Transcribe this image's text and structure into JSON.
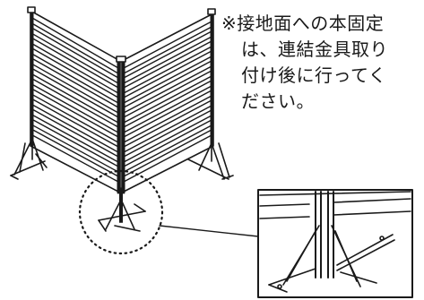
{
  "note": {
    "lines": [
      "※接地面への本固定",
      "は、連結金具取り",
      "付け後に行ってく",
      "ださい。"
    ]
  }
}
